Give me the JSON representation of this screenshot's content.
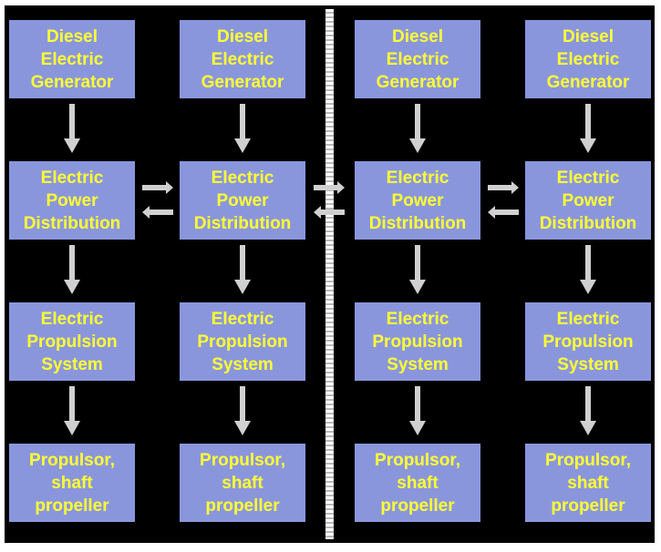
{
  "colors": {
    "background": "#000000",
    "box_fill": "#8a96dc",
    "box_text": "#ffff33",
    "arrow": "#d0d0d0",
    "divider": "#e8e8e8"
  },
  "columns": [
    {
      "generator": "Diesel\nElectric\nGenerator",
      "distribution": "Electric\nPower\nDistribution",
      "propulsion": "Electric\nPropulsion\nSystem",
      "propulsor": "Propulsor,\nshaft\npropeller"
    },
    {
      "generator": "Diesel\nElectric\nGenerator",
      "distribution": "Electric\nPower\nDistribution",
      "propulsion": "Electric\nPropulsion\nSystem",
      "propulsor": "Propulsor,\nshaft\npropeller"
    },
    {
      "generator": "Diesel\nElectric\nGenerator",
      "distribution": "Electric\nPower\nDistribution",
      "propulsion": "Electric\nPropulsion\nSystem",
      "propulsor": "Propulsor,\nshaft\npropeller"
    },
    {
      "generator": "Diesel\nElectric\nGenerator",
      "distribution": "Electric\nPower\nDistribution",
      "propulsion": "Electric\nPropulsion\nSystem",
      "propulsor": "Propulsor,\nshaft\npropeller"
    }
  ]
}
